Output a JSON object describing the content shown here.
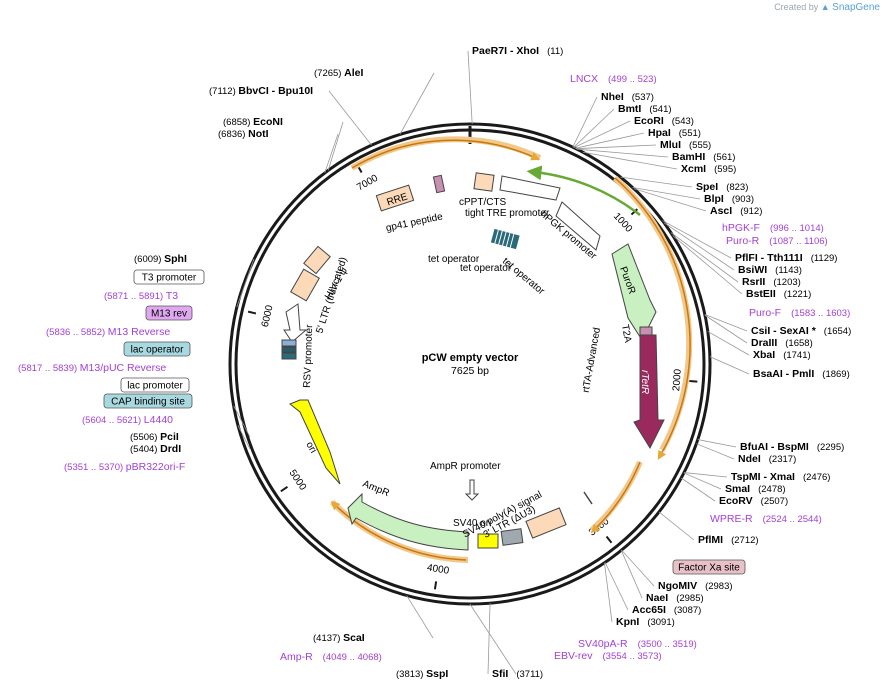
{
  "brand": {
    "created_by": "Created by",
    "app": "SnapGene"
  },
  "plasmid": {
    "name": "pCW empty vector",
    "length": "7625 bp",
    "length_num": 7625
  },
  "ticks": [
    {
      "label": "1000",
      "pos": 1000
    },
    {
      "label": "2000",
      "pos": 2000
    },
    {
      "label": "3000",
      "pos": 3000
    },
    {
      "label": "4000",
      "pos": 4000
    },
    {
      "label": "5000",
      "pos": 5000
    },
    {
      "label": "6000",
      "pos": 6000
    },
    {
      "label": "7000",
      "pos": 7000
    }
  ],
  "sites": [
    {
      "name": "PaeR7I",
      "name2": " - XhoI",
      "pos": "(11)",
      "bp": 11
    },
    {
      "name": "NheI",
      "pos": "(537)",
      "bp": 537
    },
    {
      "name": "BmtI",
      "pos": "(541)",
      "bp": 541
    },
    {
      "name": "EcoRI",
      "pos": "(543)",
      "bp": 543
    },
    {
      "name": "HpaI",
      "pos": "(551)",
      "bp": 551
    },
    {
      "name": "MluI",
      "pos": "(555)",
      "bp": 555
    },
    {
      "name": "BamHI",
      "pos": "(561)",
      "bp": 561
    },
    {
      "name": "XcmI",
      "pos": "(595)",
      "bp": 595
    },
    {
      "name": "SpeI",
      "pos": "(823)",
      "bp": 823
    },
    {
      "name": "BlpI",
      "pos": "(903)",
      "bp": 903
    },
    {
      "name": "AscI",
      "pos": "(912)",
      "bp": 912
    },
    {
      "name": "PflFI",
      "name2": " - Tth111I",
      "pos": "(1129)",
      "bp": 1129
    },
    {
      "name": "BsiWI",
      "pos": "(1143)",
      "bp": 1143
    },
    {
      "name": "RsrII",
      "pos": "(1203)",
      "bp": 1203
    },
    {
      "name": "BstEII",
      "pos": "(1221)",
      "bp": 1221
    },
    {
      "name": "CsiI",
      "name2": " - SexAI *",
      "pos": "(1654)",
      "bp": 1654
    },
    {
      "name": "DraIII",
      "pos": "(1658)",
      "bp": 1658
    },
    {
      "name": "XbaI",
      "pos": "(1741)",
      "bp": 1741
    },
    {
      "name": "BsaAI",
      "name2": " - PmlI",
      "pos": "(1869)",
      "bp": 1869
    },
    {
      "name": "BfuAI",
      "name2": " - BspMI",
      "pos": "(2295)",
      "bp": 2295
    },
    {
      "name": "NdeI",
      "pos": "(2317)",
      "bp": 2317
    },
    {
      "name": "TspMI",
      "name2": " - XmaI",
      "pos": "(2476)",
      "bp": 2476
    },
    {
      "name": "SmaI",
      "pos": "(2478)",
      "bp": 2478
    },
    {
      "name": "EcoRV",
      "pos": "(2507)",
      "bp": 2507
    },
    {
      "name": "PflMI",
      "pos": "(2712)",
      "bp": 2712
    },
    {
      "name": "NgoMIV",
      "pos": "(2983)",
      "bp": 2983
    },
    {
      "name": "NaeI",
      "pos": "(2985)",
      "bp": 2985
    },
    {
      "name": "Acc65I",
      "pos": "(3087)",
      "bp": 3087
    },
    {
      "name": "KpnI",
      "pos": "(3091)",
      "bp": 3091
    },
    {
      "name": "SfiI",
      "pos": "(3711)",
      "bp": 3711
    },
    {
      "name": "SspI",
      "pos": "(3813)",
      "bp": 3813
    },
    {
      "name": "ScaI",
      "pos": "(4137)",
      "bp": 4137
    },
    {
      "name": "DrdI",
      "pos": "(5404)",
      "bp": 5404
    },
    {
      "name": "PciI",
      "pos": "(5506)",
      "bp": 5506
    },
    {
      "name": "SphI",
      "pos": "(6009)",
      "bp": 6009
    },
    {
      "name": "NotI",
      "pos": "(6836)",
      "bp": 6836
    },
    {
      "name": "EcoNI",
      "pos": "(6858)",
      "bp": 6858
    },
    {
      "name": "BbvCI",
      "name2": " - Bpu10I",
      "pos": "(7112)",
      "bp": 7112
    },
    {
      "name": "AleI",
      "pos": "(7265)",
      "bp": 7265
    }
  ],
  "primers": [
    {
      "name": "LNCX",
      "range": "(499 .. 523)"
    },
    {
      "name": "hPGK-F",
      "range": "(996 .. 1014)"
    },
    {
      "name": "Puro-R",
      "range": "(1087 .. 1106)"
    },
    {
      "name": "Puro-F",
      "range": "(1583 .. 1603)"
    },
    {
      "name": "WPRE-R",
      "range": "(2524 .. 2544)"
    },
    {
      "name": "SV40pA-R",
      "range": "(3500 .. 3519)"
    },
    {
      "name": "EBV-rev",
      "range": "(3554 .. 3573)"
    },
    {
      "name": "Amp-R",
      "range": "(4049 .. 4068)"
    },
    {
      "name": "pBR322ori-F",
      "range": "(5351 .. 5370)"
    },
    {
      "name": "L4440",
      "range": "(5604 .. 5621)"
    },
    {
      "name": "M13/pUC Reverse",
      "range": "(5817 .. 5839)"
    },
    {
      "name": "M13 Reverse",
      "range": "(5836 .. 5852)"
    },
    {
      "name": "T3",
      "range": "(5871 .. 5891)"
    }
  ],
  "boxed_labels": [
    {
      "name": "T3 promoter",
      "fill": "#ffffff"
    },
    {
      "name": "M13 rev",
      "fill": "#e0a8f0"
    },
    {
      "name": "lac operator",
      "fill": "#a8d8e0"
    },
    {
      "name": "lac promoter",
      "fill": "#ffffff"
    },
    {
      "name": "CAP binding site",
      "fill": "#a8d8e0"
    },
    {
      "name": "Factor Xa site",
      "fill": "#e8c0c8"
    }
  ],
  "features": {
    "rre": "RRE",
    "gp41": "gp41 peptide",
    "cppt": "cPPT/CTS",
    "tre": "tight TRE promoter",
    "hpgk": "hPGK promoter",
    "puro": "PuroR",
    "t2a": "T2A",
    "rtetr": "rTetR",
    "rtta": "rtTA-Advanced",
    "tetop1": "tet operator",
    "tetop2": "tet operator",
    "tetop3": "tet operator",
    "hiv": "HIV-1 ψ",
    "ltr5": "5' LTR (truncated)",
    "rsv": "RSV promoter",
    "ori": "ori",
    "ampr": "AmpR",
    "amprp": "AmpR promoter",
    "sv40pa": "SV40 poly(A) signal",
    "ltr3": "3' LTR (ΔU3)",
    "sv40ori": "SV40 ori"
  },
  "colors": {
    "backbone": "#1a1a1a",
    "orf_arrow": "#e8a838",
    "puro": "#c8f0c0",
    "rtta": "#9a2a5e",
    "promoter": "#ffffff",
    "ltr": "#fcd9b8",
    "ori": "#ffff00",
    "ampr": "#c8f0c0",
    "hpgk_arc": "#66aa33",
    "primer": "#a23fd6"
  }
}
